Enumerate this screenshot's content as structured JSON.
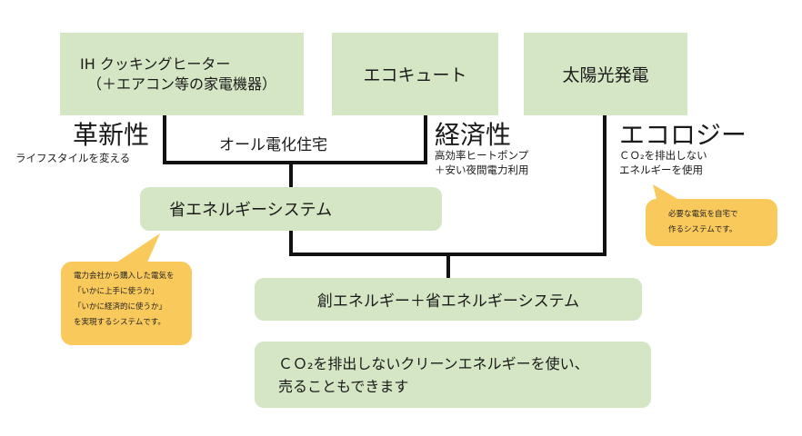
{
  "top_boxes": {
    "ih": {
      "line1": "IH クッキングヒーター",
      "line2": "（＋エアコン等の家電機器）"
    },
    "ecocute": "エコキュート",
    "solar": "太陽光発電"
  },
  "innovation": {
    "title": "革新性",
    "subtitle": "ライフスタイルを変える"
  },
  "economy": {
    "title": "経済性",
    "line1": "高効率ヒートポンプ",
    "line2": "＋安い夜間電力利用"
  },
  "ecology": {
    "title": "エコロジー",
    "line1": "ＣＯ₂を排出しない",
    "line2": "エネルギーを使用"
  },
  "all_electric": "オール電化住宅",
  "energy_saving": "省エネルギーシステム",
  "creation_saving": "創エネルギー＋省エネルギーシステム",
  "conclusion": {
    "line1": "ＣＯ₂を排出しないクリーンエネルギーを使い、",
    "line2": "売ることもできます"
  },
  "bubble_left": "電力会社から購入した電気を\n「いかに上手に使うか」\n「いかに経済的に使うか」\nを実現するシステムです。",
  "bubble_right": "必要な電気を自宅で\n作るシステムです。",
  "colors": {
    "box": "#d5e6c4",
    "bubble": "#f9c95b",
    "line": "#111111"
  }
}
